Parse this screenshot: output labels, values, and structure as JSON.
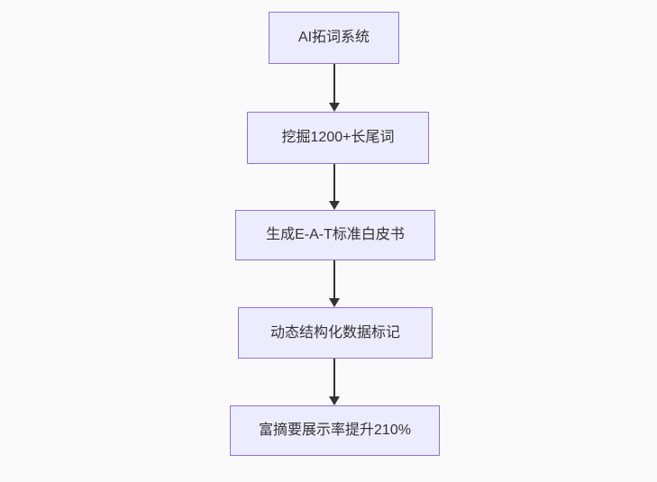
{
  "flowchart": {
    "type": "vertical-flowchart",
    "nodes": [
      {
        "id": "node-1",
        "label": "AI拓词系统"
      },
      {
        "id": "node-2",
        "label": "挖掘1200+长尾词"
      },
      {
        "id": "node-3",
        "label": "生成E-A-T标准白皮书"
      },
      {
        "id": "node-4",
        "label": "动态结构化数据标记"
      },
      {
        "id": "node-5",
        "label": "富摘要展示率提升210%"
      }
    ],
    "edges": [
      {
        "from": "AI拓词系统",
        "to": "挖掘1200+长尾词"
      },
      {
        "from": "挖掘1200+长尾词",
        "to": "生成E-A-T标准白皮书"
      },
      {
        "from": "生成E-A-T标准白皮书",
        "to": "动态结构化数据标记"
      },
      {
        "from": "动态结构化数据标记",
        "to": "富摘要展示率提升210%"
      }
    ],
    "colors": {
      "background": "#fafafa",
      "node_fill": "#ECECFF",
      "node_border": "#9370DB",
      "arrow": "#333333",
      "text": "#333333"
    }
  }
}
